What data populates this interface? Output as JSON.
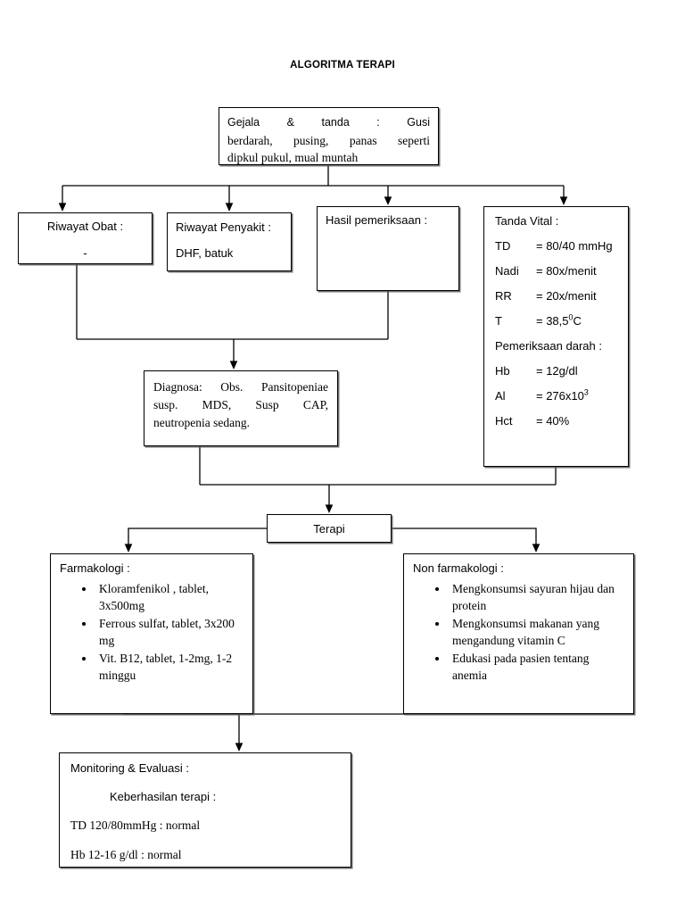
{
  "title": "ALGORITMA TERAPI",
  "gejala": {
    "name": "Gejala & tanda",
    "lines": [
      "Gejala & tanda        :           Gusi",
      "berdarah,   pusing,   panas   seperti",
      "dipkul pukul, mual muntah"
    ]
  },
  "riwayat_obat": {
    "header": "Riwayat Obat  :",
    "value": "-"
  },
  "riwayat_penyakit": {
    "header": "Riwayat Penyakit :",
    "value": "DHF, batuk"
  },
  "hasil_pemeriksaan": {
    "header": "Hasil pemeriksaan :"
  },
  "tanda_vital": {
    "header": "Tanda Vital :",
    "rows": [
      {
        "key": "TD",
        "value": "= 80/40 mmHg"
      },
      {
        "key": "Nadi",
        "value": "= 80x/menit"
      },
      {
        "key": "RR",
        "value": "= 20x/menit"
      },
      {
        "key": "T",
        "value": "= 38,5⁰0C"
      }
    ],
    "t_value_base": "= 38,5",
    "t_value_sup": "0",
    "t_value_tail": "C",
    "blood_header": "Pemeriksaan darah :",
    "blood_rows": [
      {
        "key": "Hb",
        "value": "= 12g/dl"
      },
      {
        "key": "Al",
        "value": "= 276x10",
        "sup": "3"
      },
      {
        "key": "Hct",
        "value": "= 40%"
      }
    ]
  },
  "diagnosa": {
    "lines": [
      "Diagnosa:  Obs.  Pansitopeniae",
      "susp.    MDS,    Susp    CAP,",
      "neutropenia sedang."
    ]
  },
  "terapi": {
    "label": "Terapi"
  },
  "farmakologi": {
    "header": "Farmakologi :",
    "items": [
      "Kloramfenikol , tablet, 3x500mg",
      "Ferrous sulfat, tablet, 3x200 mg",
      "Vit. B12, tablet, 1-2mg, 1-2 minggu"
    ]
  },
  "non_farmakologi": {
    "header": "Non farmakologi :",
    "items": [
      "Mengkonsumsi sayuran hijau dan protein",
      "Mengkonsumsi makanan yang mengandung vitamin C",
      "Edukasi pada pasien tentang anemia"
    ]
  },
  "monitoring": {
    "header": "Monitoring & Evaluasi :",
    "subheader": "Keberhasilan terapi :",
    "rows": [
      "TD 120/80mmHg : normal",
      "Hb 12-16 g/dl : normal"
    ]
  },
  "colors": {
    "stroke": "#000000",
    "background": "#ffffff",
    "shadow": "#5a5a5a"
  }
}
